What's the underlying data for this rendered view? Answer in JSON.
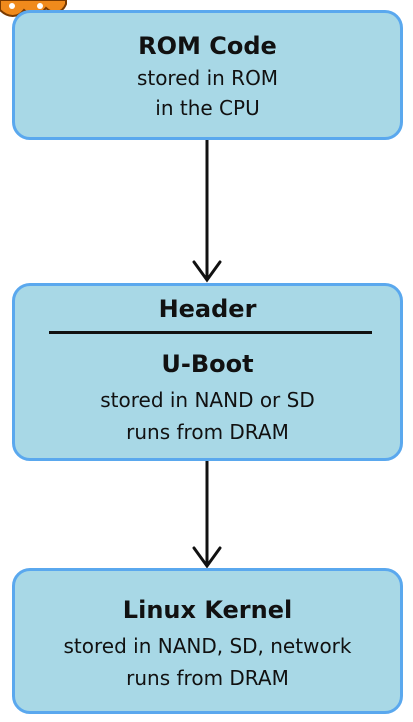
{
  "diagram": {
    "boxes": [
      {
        "title": "ROM Code",
        "lines": [
          "stored in ROM",
          "in the CPU"
        ]
      },
      {
        "header": "Header",
        "title": "U-Boot",
        "lines": [
          "stored in NAND or SD",
          "runs from DRAM"
        ]
      },
      {
        "title": "Linux Kernel",
        "lines": [
          "stored in NAND, SD, network",
          "runs from DRAM"
        ]
      }
    ]
  },
  "colors": {
    "box_fill": "#a8d8e6",
    "box_border": "#5aa8ee",
    "arrow": "#111111",
    "decor_orange": "#f08a1c"
  }
}
